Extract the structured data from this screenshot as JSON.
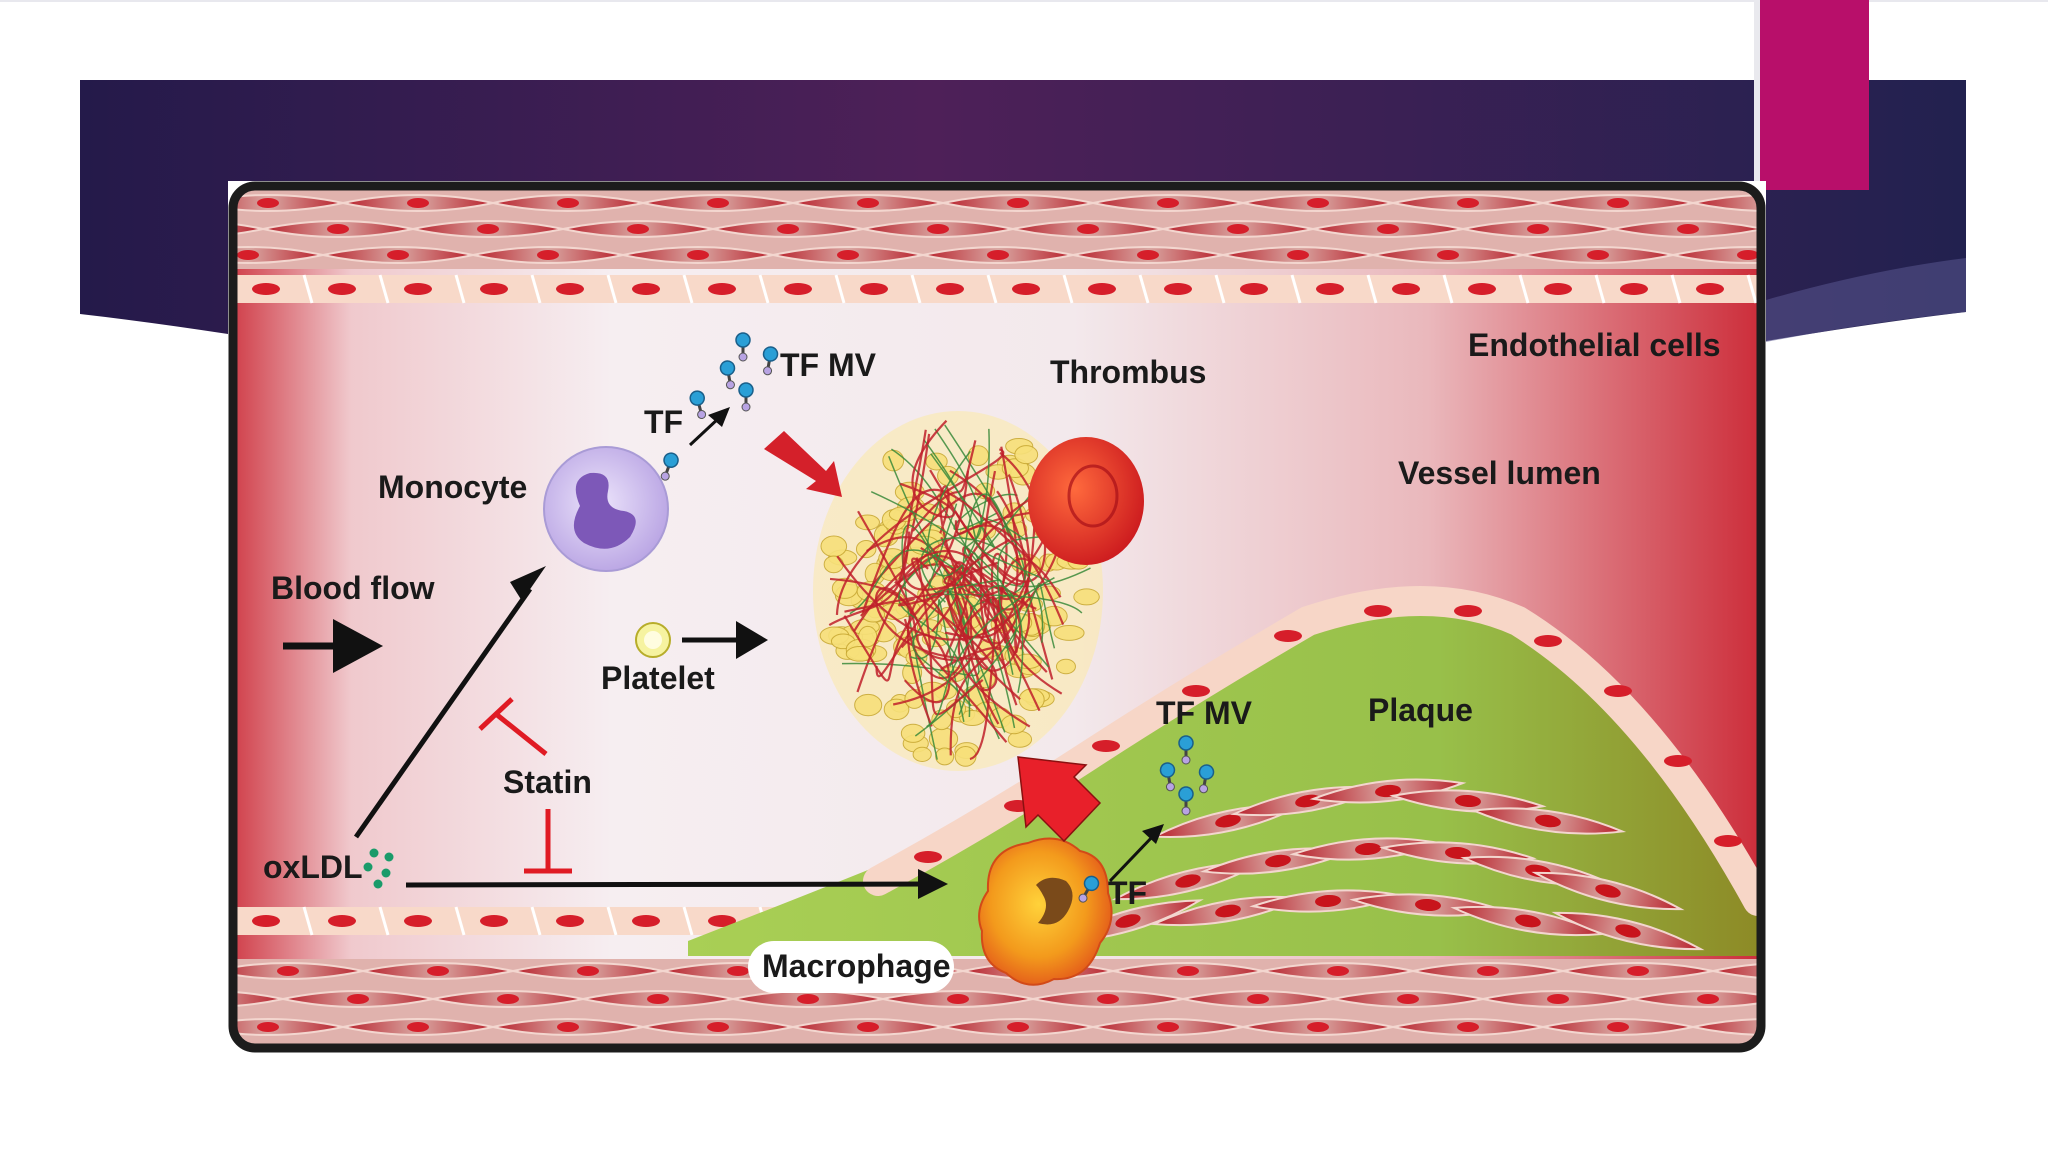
{
  "slide": {
    "banner_color_left": "#241a4a",
    "banner_color_mid": "#4e2058",
    "accent_color": "#b80f6a"
  },
  "diagram": {
    "labels": {
      "endothelial_cells": "Endothelial cells",
      "vessel_lumen": "Vessel lumen",
      "thrombus": "Thrombus",
      "tf_mv_top": "TF MV",
      "tf_top": "TF",
      "monocyte": "Monocyte",
      "blood_flow": "Blood flow",
      "platelet": "Platelet",
      "statin": "Statin",
      "oxldl": "oxLDL",
      "tf_mv_plaque": "TF MV",
      "plaque": "Plaque",
      "tf_bottom": "TF",
      "macrophage": "Macrophage"
    },
    "colors": {
      "vessel_wall": "#c8283a",
      "lumen": "#f3e6ea",
      "plaque": "#9ec64a",
      "thrombus_fiber": "#c0202a",
      "monocyte": "#c8b4e8",
      "macrophage": "#f08a1a",
      "tf_molecule": "#2a9fd6",
      "inhibition": "#e01b24"
    }
  }
}
